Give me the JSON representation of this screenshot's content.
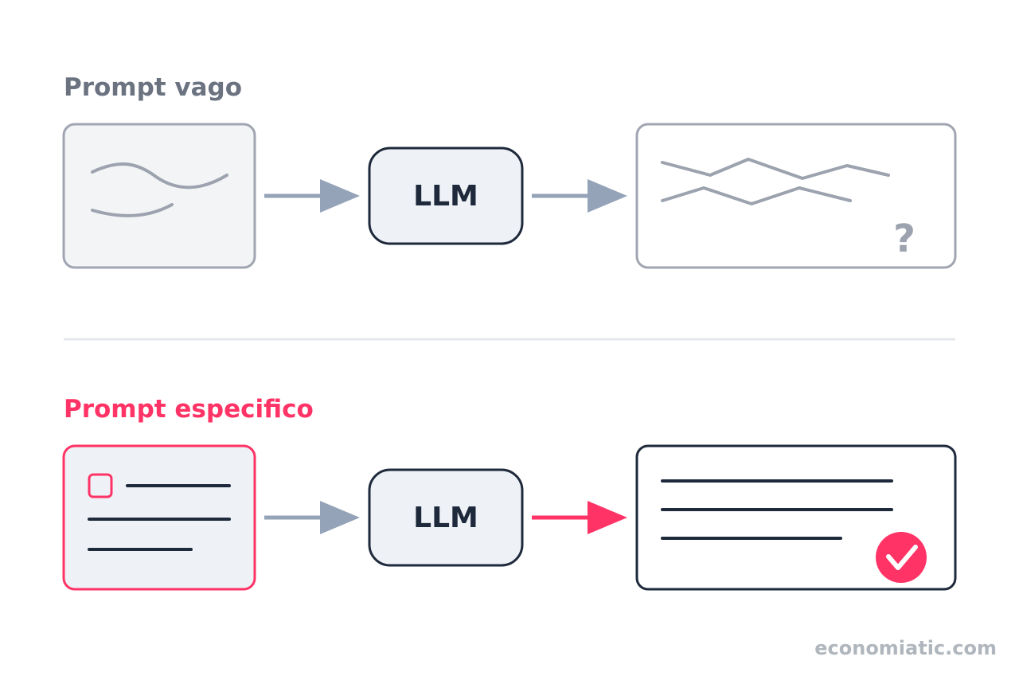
{
  "colors": {
    "accent": "#ff3366",
    "gray_text": "#6b7280",
    "gray_stroke": "#9ca3af",
    "arrow_gray": "#94a3b8",
    "dark": "#1e293b",
    "box_fill_gray": "#f3f4f6",
    "box_fill_light": "#eef2f7",
    "divider": "#e5e7eb",
    "brand_text": "#b0b6bd"
  },
  "vague": {
    "title": "Prompt vago",
    "llm_label": "LLM",
    "question_mark": "?"
  },
  "specific": {
    "title": "Prompt especifico",
    "llm_label": "LLM",
    "check_icon": "check-circle-icon"
  },
  "footer": {
    "brand": "economiatic.com"
  }
}
